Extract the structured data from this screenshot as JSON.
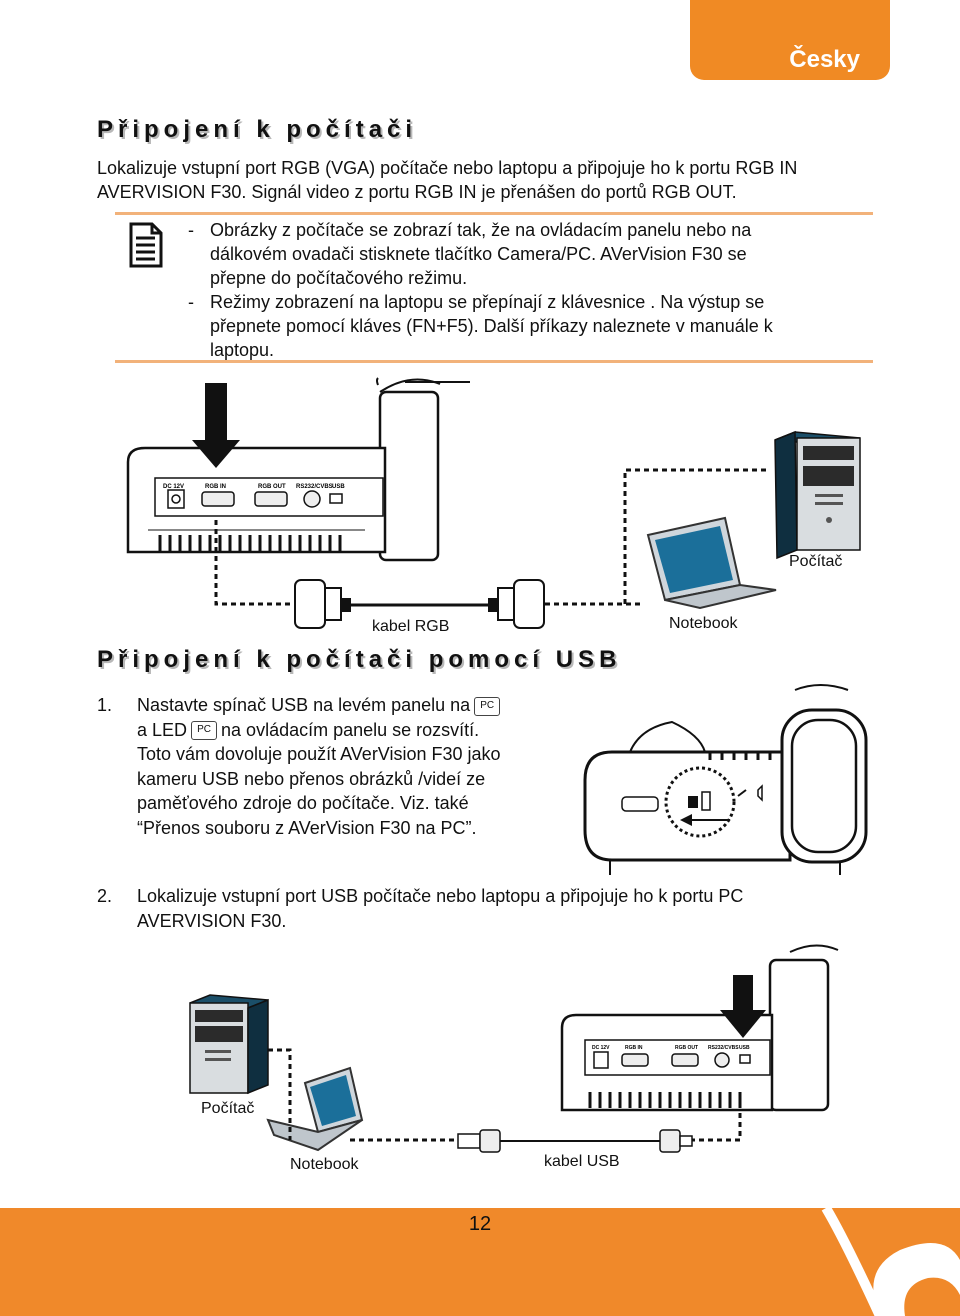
{
  "language_tab": "Česky",
  "section1": {
    "title": "Připojení k počítači",
    "intro": [
      "Lokalizuje vstupní port RGB (VGA) počítače nebo laptopu a připojuje ho k portu RGB IN",
      "AVERVISION F30. Signál video z portu RGB IN je přenášen do portů RGB OUT."
    ],
    "notes": [
      {
        "bullet": "-",
        "lines": [
          "Obrázky z počítače se zobrazí tak, že na ovládacím panelu nebo na",
          "dálkovém ovadači stisknete tlačítko Camera/PC. AVerVision F30 se",
          "přepne do počítačového režimu."
        ]
      },
      {
        "bullet": "-",
        "lines": [
          "Režimy zobrazení na laptopu se přepínají z klávesnice . Na výstup se",
          "přepnete pomocí kláves (FN+F5). Další příkazy naleznete v manuále k",
          "laptopu."
        ]
      }
    ],
    "diagram_labels": {
      "computer": "Počítač",
      "cable": "kabel RGB",
      "notebook": "Notebook"
    },
    "port_labels": [
      "DC 12V",
      "RGB IN",
      "RGB OUT",
      "RS232/CVBS",
      "USB"
    ]
  },
  "section2": {
    "title": "Připojení k počítači pomocí USB",
    "step1": {
      "number": "1.",
      "line1_before": "Nastavte spínač USB na levém panelu na",
      "line2_before": "a LED",
      "line2_after": "na ovládacím panelu se rozsvítí.",
      "rest": [
        "Toto vám dovoluje použít AVerVision F30 jako",
        "kameru USB nebo přenos obrázků /videí ze",
        "paměťového zdroje do počítače.  Viz. také",
        "“Přenos souboru z AVerVision F30 na PC”."
      ],
      "badge": "PC"
    },
    "step2": {
      "number": "2.",
      "lines": [
        "Lokalizuje  vstupní port USB počítače nebo laptopu a připojuje ho k portu PC",
        "AVERVISION F30."
      ]
    },
    "diagram_labels": {
      "computer": "Počítač",
      "notebook": "Notebook",
      "cable": "kabel USB"
    }
  },
  "page_number": "12",
  "colors": {
    "accent": "#f08a24",
    "note_rule": "#f2b27a",
    "monitor_blue": "#1b6f9a"
  }
}
